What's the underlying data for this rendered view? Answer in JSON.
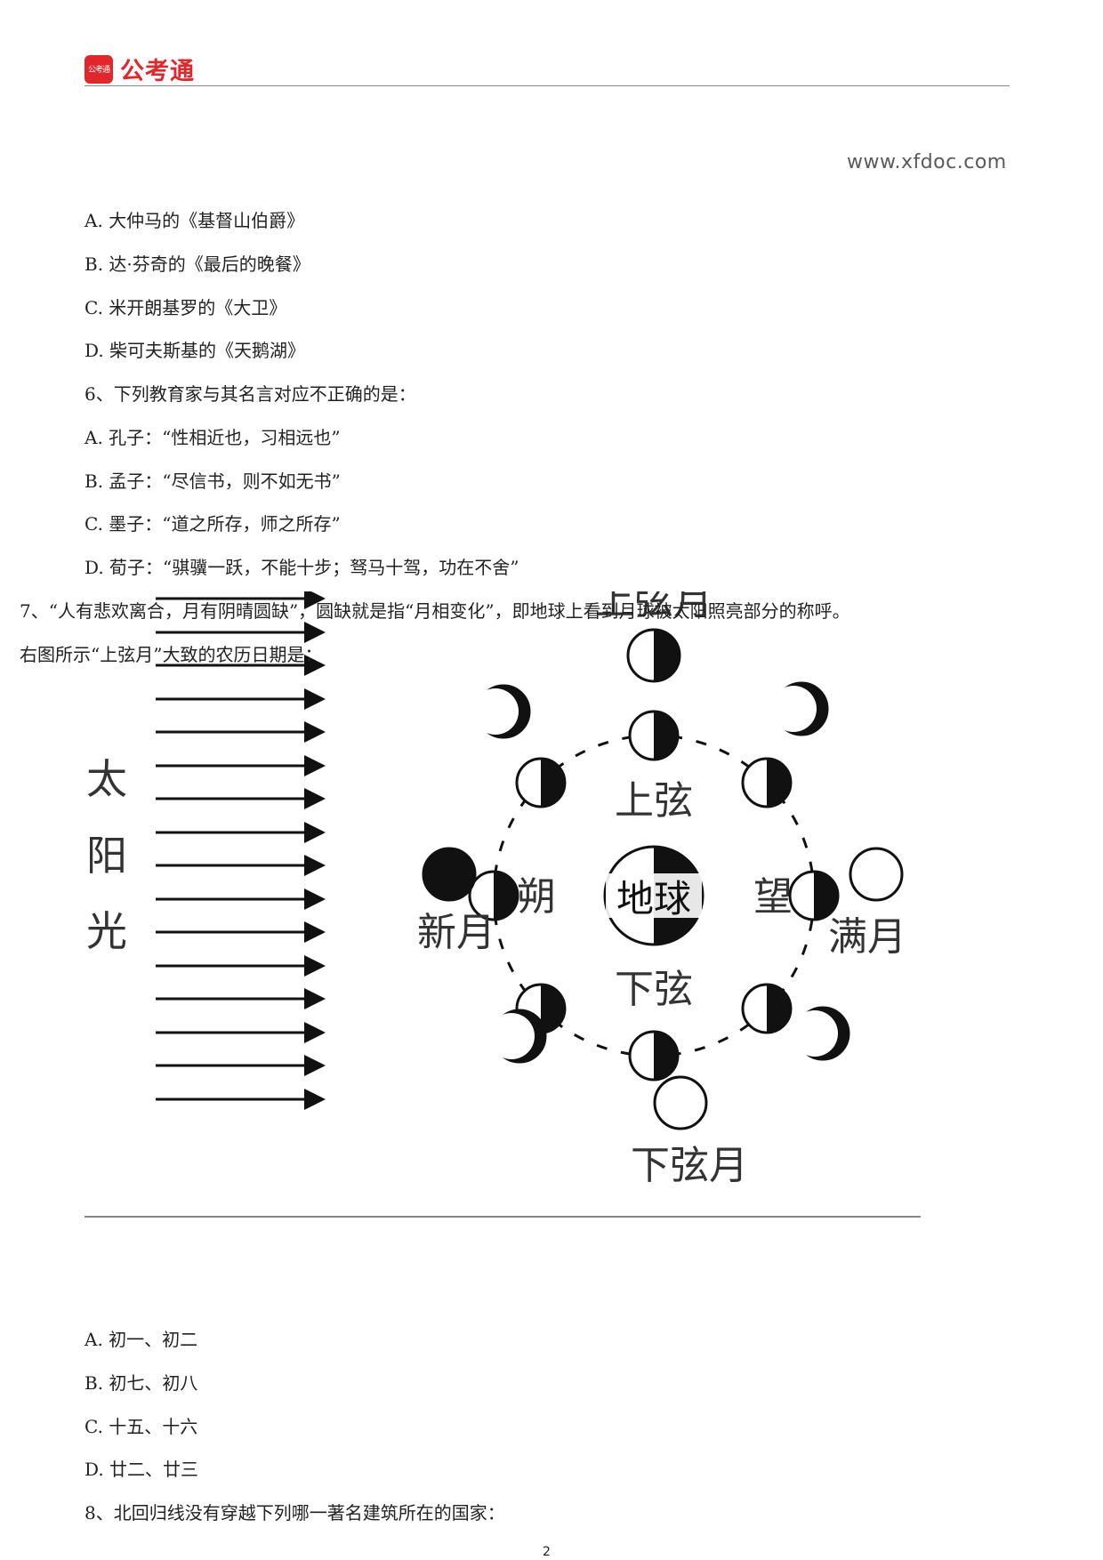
{
  "header": {
    "logo_badge": "公考通",
    "logo_text": "公考通",
    "website": "www.xfdoc.com"
  },
  "lines": [
    "A. 大仲马的《基督山伯爵》",
    "B. 达·芬奇的《最后的晚餐》",
    "C. 米开朗基罗的《大卫》",
    "D. 柴可夫斯基的《天鹅湖》",
    "6、下列教育家与其名言对应不正确的是：",
    "A. 孔子：“性相近也，习相远也”",
    "B. 孟子：“尽信书，则不如无书”",
    "C. 墨子：“道之所存，师之所存”",
    "D. 荀子：“骐骥一跃，不能十步；驽马十驾，功在不舍”",
    "7、“人有悲欢离合，月有阴晴圆缺”，圆缺就是指“月相变化”，即地球上看到月球被太阳照亮部分的称呼。",
    "右图所示“上弦月”大致的农历日期是：",
    "A. 初一、初二",
    "B. 初七、初八",
    "C. 十五、十六",
    "D. 廿二、廿三",
    "8、北回归线没有穿越下列哪一著名建筑所在的国家："
  ],
  "figure": {
    "sun_label": [
      "太",
      "阳",
      "光"
    ],
    "earth_label": "地球",
    "orbit_labels": {
      "top": "上弦",
      "bottom": "下弦",
      "left": "朔",
      "right": "望"
    },
    "phase_labels": {
      "new_moon": "新月",
      "full_moon": "满月",
      "first_quarter": "上弦月",
      "last_quarter": "下弦月"
    }
  },
  "page_number": "2"
}
